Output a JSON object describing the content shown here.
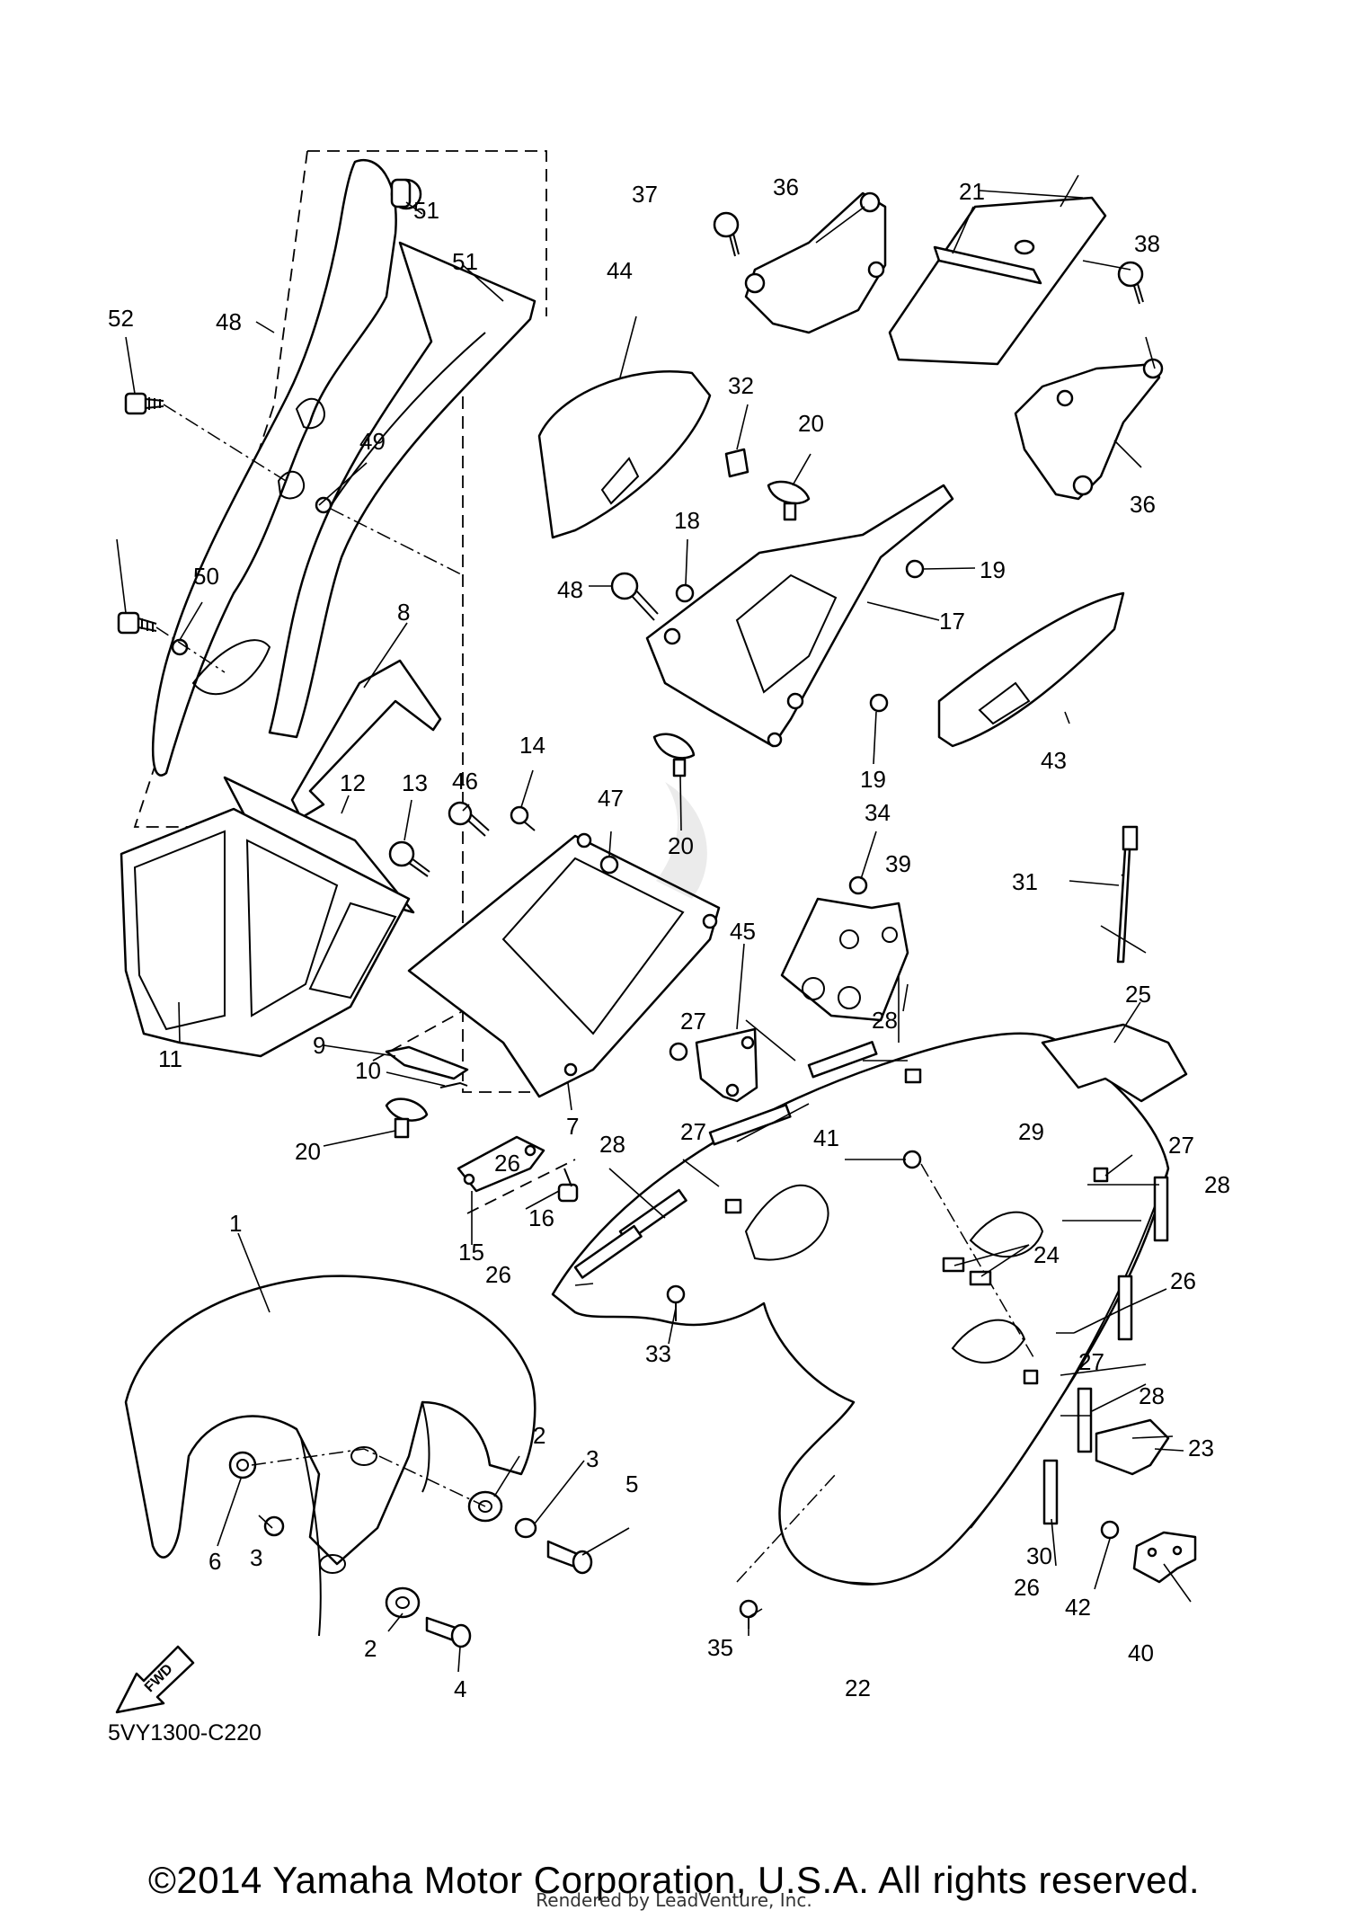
{
  "diagram": {
    "callouts": [
      {
        "id": "c1",
        "text": "1"
      },
      {
        "id": "c2a",
        "text": "2"
      },
      {
        "id": "c2b",
        "text": "2"
      },
      {
        "id": "c3a",
        "text": "3"
      },
      {
        "id": "c3b",
        "text": "3"
      },
      {
        "id": "c4",
        "text": "4"
      },
      {
        "id": "c5",
        "text": "5"
      },
      {
        "id": "c6",
        "text": "6"
      },
      {
        "id": "c7",
        "text": "7"
      },
      {
        "id": "c8",
        "text": "8"
      },
      {
        "id": "c9",
        "text": "9"
      },
      {
        "id": "c10",
        "text": "10"
      },
      {
        "id": "c11",
        "text": "11"
      },
      {
        "id": "c12",
        "text": "12"
      },
      {
        "id": "c13",
        "text": "13"
      },
      {
        "id": "c14",
        "text": "14"
      },
      {
        "id": "c15",
        "text": "15"
      },
      {
        "id": "c16",
        "text": "16"
      },
      {
        "id": "c17",
        "text": "17"
      },
      {
        "id": "c18",
        "text": "18"
      },
      {
        "id": "c19a",
        "text": "19"
      },
      {
        "id": "c19b",
        "text": "19"
      },
      {
        "id": "c20a",
        "text": "20"
      },
      {
        "id": "c20b",
        "text": "20"
      },
      {
        "id": "c20c",
        "text": "20"
      },
      {
        "id": "c21",
        "text": "21"
      },
      {
        "id": "c22",
        "text": "22"
      },
      {
        "id": "c23",
        "text": "23"
      },
      {
        "id": "c24",
        "text": "24"
      },
      {
        "id": "c25",
        "text": "25"
      },
      {
        "id": "c26a",
        "text": "26"
      },
      {
        "id": "c26b",
        "text": "26"
      },
      {
        "id": "c26c",
        "text": "26"
      },
      {
        "id": "c26d",
        "text": "26"
      },
      {
        "id": "c27a",
        "text": "27"
      },
      {
        "id": "c27b",
        "text": "27"
      },
      {
        "id": "c27c",
        "text": "27"
      },
      {
        "id": "c27d",
        "text": "27"
      },
      {
        "id": "c28a",
        "text": "28"
      },
      {
        "id": "c28b",
        "text": "28"
      },
      {
        "id": "c28c",
        "text": "28"
      },
      {
        "id": "c28d",
        "text": "28"
      },
      {
        "id": "c29",
        "text": "29"
      },
      {
        "id": "c30",
        "text": "30"
      },
      {
        "id": "c31",
        "text": "31"
      },
      {
        "id": "c32",
        "text": "32"
      },
      {
        "id": "c33",
        "text": "33"
      },
      {
        "id": "c34",
        "text": "34"
      },
      {
        "id": "c35",
        "text": "35"
      },
      {
        "id": "c36a",
        "text": "36"
      },
      {
        "id": "c36b",
        "text": "36"
      },
      {
        "id": "c37",
        "text": "37"
      },
      {
        "id": "c38",
        "text": "38"
      },
      {
        "id": "c39",
        "text": "39"
      },
      {
        "id": "c40",
        "text": "40"
      },
      {
        "id": "c41",
        "text": "41"
      },
      {
        "id": "c42",
        "text": "42"
      },
      {
        "id": "c43",
        "text": "43"
      },
      {
        "id": "c44",
        "text": "44"
      },
      {
        "id": "c45",
        "text": "45"
      },
      {
        "id": "c46",
        "text": "46"
      },
      {
        "id": "c47",
        "text": "47"
      },
      {
        "id": "c48a",
        "text": "48"
      },
      {
        "id": "c48b",
        "text": "48"
      },
      {
        "id": "c49",
        "text": "49"
      },
      {
        "id": "c50",
        "text": "50"
      },
      {
        "id": "c51a",
        "text": "51"
      },
      {
        "id": "c51b",
        "text": "51"
      },
      {
        "id": "c52",
        "text": "52"
      }
    ],
    "fwd_label": "FWD",
    "diagram_code": "5VY1300-C220"
  },
  "footer": {
    "copyright": "©2014 Yamaha Motor Corporation, U.S.A. All rights reserved.",
    "rendered_by": "Rendered by LeadVenture, Inc."
  }
}
